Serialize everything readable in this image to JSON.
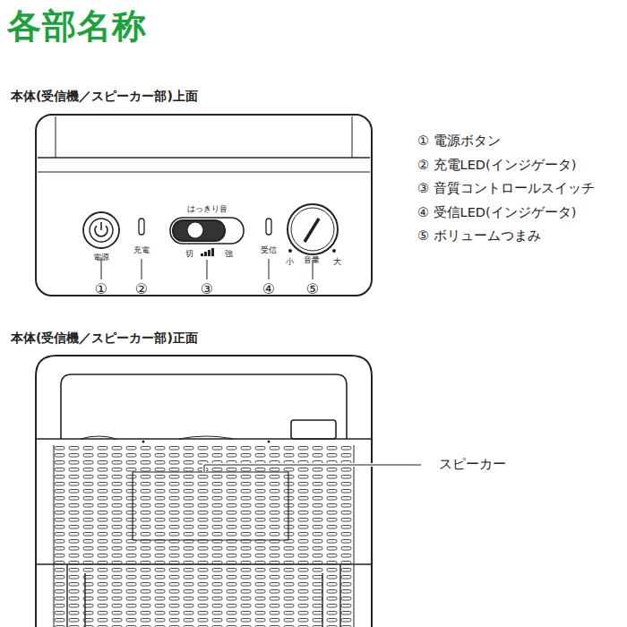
{
  "diagram": {
    "title": "各部名称",
    "labels": [
      "本体(受信機／スピーカー部)上面",
      "電源",
      "充電",
      "はっきり音",
      "切",
      "強",
      "受信",
      "小",
      "音量",
      "大",
      "①",
      "②",
      "③",
      "④",
      "⑤",
      "① 電源ボタン",
      "② 充電LED(インジゲータ)",
      "③ 音質コントロールスイッチ",
      "④ 受信LED(インジゲータ)",
      "⑤ ボリュームつまみ",
      "本体(受信機／スピーカー部)正面",
      "スピーカー"
    ]
  }
}
